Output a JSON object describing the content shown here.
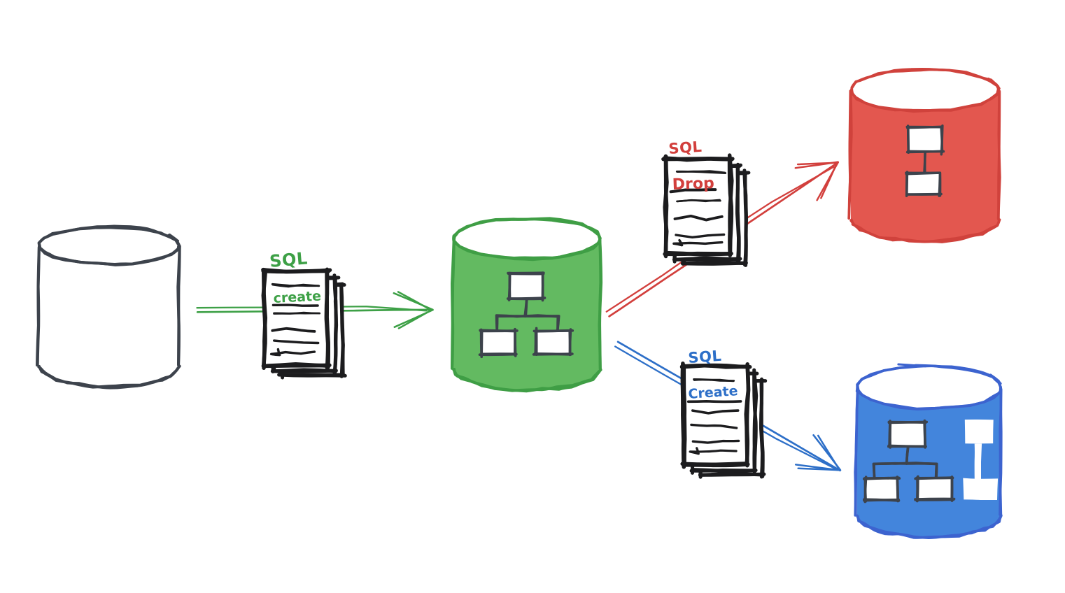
{
  "canvas": {
    "background": "#ffffff"
  },
  "colors": {
    "ink": "#1c1c1e",
    "slate": "#3d434c",
    "green_fill": "#63ba61",
    "green_stroke": "#3f9e45",
    "green_text": "#3da046",
    "red_fill": "#e3574f",
    "red_stroke": "#d0423c",
    "red_text": "#d23f3c",
    "blue_fill": "#4385dc",
    "blue_stroke": "#3c63cf",
    "blue_text": "#2d6fc8",
    "paper": "#ffffff"
  },
  "nodes": {
    "source_database": {
      "kind": "cylinder",
      "description": "empty source database"
    },
    "schema_database": {
      "kind": "cylinder",
      "description": "green database with schema tree"
    },
    "dropped_database": {
      "kind": "cylinder",
      "description": "red database after drop"
    },
    "created_database": {
      "kind": "cylinder",
      "description": "blue database with new table"
    }
  },
  "documents": {
    "create_sql": {
      "badge": "SQL",
      "word": "create"
    },
    "drop_sql": {
      "badge": "SQL",
      "word": "Drop"
    },
    "create2_sql": {
      "badge": "SQL",
      "word": "Create"
    }
  }
}
